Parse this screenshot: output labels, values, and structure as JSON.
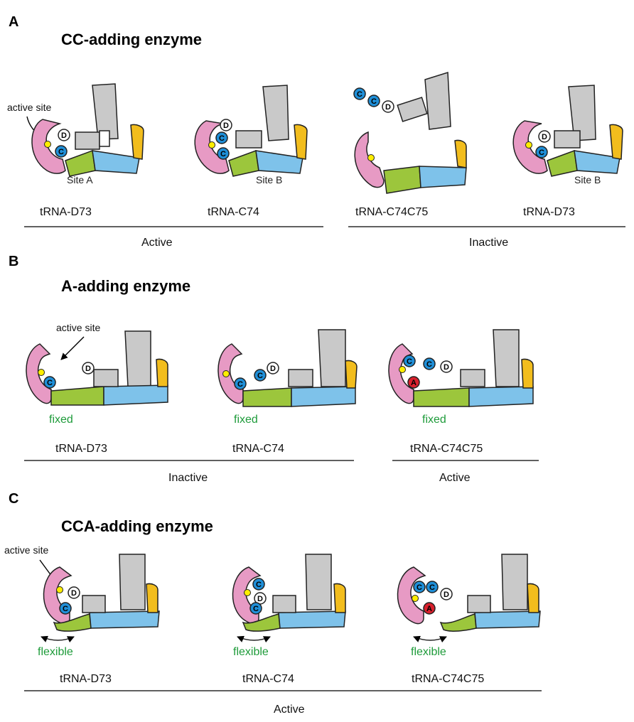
{
  "panels": [
    {
      "label": "A",
      "title": "CC-adding enzyme",
      "annotation": "active site",
      "states": [
        {
          "caption": "tRNA-D73",
          "site": "Site A"
        },
        {
          "caption": "tRNA-C74",
          "site": "Site B"
        },
        {
          "caption": "tRNA-C74C75"
        },
        {
          "caption": "tRNA-D73",
          "site": "Site B"
        }
      ],
      "groups": [
        "Active",
        "Inactive"
      ]
    },
    {
      "label": "B",
      "title": "A-adding enzyme",
      "annotation": "active site",
      "mobility": "fixed",
      "states": [
        {
          "caption": "tRNA-D73"
        },
        {
          "caption": "tRNA-C74"
        },
        {
          "caption": "tRNA-C74C75"
        }
      ],
      "groups": [
        "Inactive",
        "Active"
      ]
    },
    {
      "label": "C",
      "title": "CCA-adding enzyme",
      "annotation": "active site",
      "mobility": "flexible",
      "states": [
        {
          "caption": "tRNA-D73"
        },
        {
          "caption": "tRNA-C74"
        },
        {
          "caption": "tRNA-C74C75"
        }
      ],
      "groups": [
        "Active"
      ]
    }
  ],
  "nucleotides": {
    "D": "D",
    "C": "C",
    "A": "A"
  },
  "colors": {
    "head": "#e79ac4",
    "neck": "#9cc63c",
    "body": "#7ec2ea",
    "tail": "#f2bd1d",
    "trna": "#c9c9c9",
    "cytidine": "#1f8fd8",
    "adenosine": "#d9202c",
    "site": "#ffee00",
    "label_green": "#1e9b3a"
  }
}
